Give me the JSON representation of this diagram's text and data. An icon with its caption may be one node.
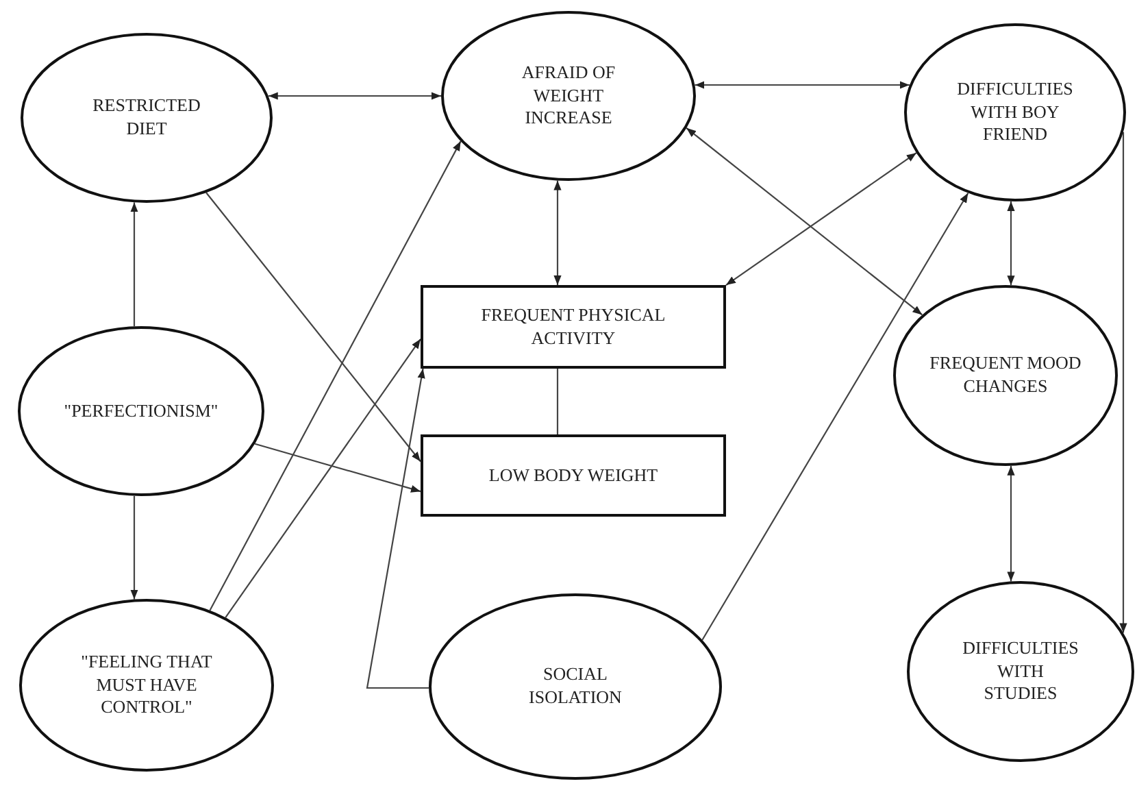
{
  "diagram": {
    "nodes": [
      {
        "text": [
          "RESTRICTED DIET"
        ]
      },
      {
        "text": [
          "AFRAID OF WEIGHT INCREASE"
        ]
      },
      {
        "text": [
          "DIFFICULTIES WITH BOY FRIEND"
        ]
      },
      {
        "text": [
          "FREQUENT PHYSICAL ACTIVITY"
        ]
      },
      {
        "text": [
          "\"PERFECTIONISM\""
        ]
      },
      {
        "text": [
          "LOW BODY WEIGHT"
        ]
      },
      {
        "text": [
          "FREQUENT MOOD CHANGES"
        ]
      },
      {
        "text": [
          "\"FEELING THAT MUST HAVE CONTROL\""
        ]
      },
      {
        "text": [
          "SOCIAL ISOLATION"
        ]
      },
      {
        "text": [
          "DIFFICULTIES WITH STUDIES"
        ]
      }
    ],
    "edges": [
      {
        "from": 0,
        "to": 1,
        "arrow": "both"
      },
      {
        "from": 4,
        "to": 0,
        "arrow": "to"
      },
      {
        "from": 0,
        "to": 5,
        "arrow": "to"
      },
      {
        "from": 4,
        "to": 5,
        "arrow": "to"
      },
      {
        "from": 4,
        "to": 7,
        "arrow": "to"
      },
      {
        "from": 7,
        "to": 1,
        "arrow": "to"
      },
      {
        "from": 7,
        "to": 3,
        "arrow": "to"
      },
      {
        "from": 8,
        "to": 3,
        "arrow": "to"
      },
      {
        "from": 1,
        "to": 3,
        "arrow": "both"
      },
      {
        "from": 3,
        "to": 5,
        "arrow": "none"
      },
      {
        "from": 1,
        "to": 2,
        "arrow": "both"
      },
      {
        "from": 2,
        "to": 3,
        "arrow": "both"
      },
      {
        "from": 1,
        "to": 6,
        "arrow": "both"
      },
      {
        "from": 8,
        "to": 2,
        "arrow": "to"
      },
      {
        "from": 2,
        "to": 6,
        "arrow": "both"
      },
      {
        "from": 6,
        "to": 9,
        "arrow": "both"
      },
      {
        "from": 2,
        "to": 9,
        "arrow": "to"
      }
    ]
  }
}
